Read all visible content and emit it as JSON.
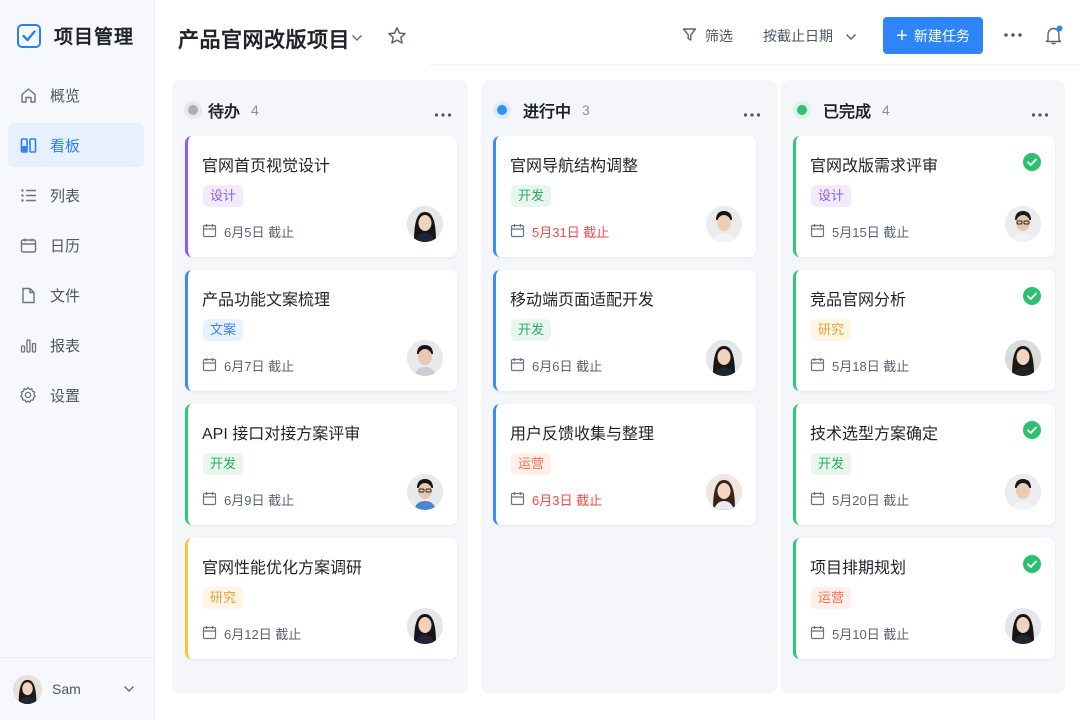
{
  "sidebar": {
    "brand": "项目管理",
    "items": [
      {
        "label": "概览",
        "icon": "home-icon",
        "active": false
      },
      {
        "label": "看板",
        "icon": "board-icon",
        "active": true
      },
      {
        "label": "列表",
        "icon": "list-icon",
        "active": false
      },
      {
        "label": "日历",
        "icon": "calendar-icon",
        "active": false
      },
      {
        "label": "文件",
        "icon": "file-icon",
        "active": false
      },
      {
        "label": "报表",
        "icon": "chart-icon",
        "active": false
      },
      {
        "label": "设置",
        "icon": "gear-icon",
        "active": false
      }
    ],
    "user": {
      "name": "Sam"
    }
  },
  "header": {
    "project_title": "产品官网改版项目",
    "filter_label": "筛选",
    "sort_label": "按截止日期",
    "new_task_label": "新建任务"
  },
  "colors": {
    "accent": "#2e85f8",
    "todo": "#a8adb8",
    "in_progress": "#2e90fa",
    "done": "#2fbf71",
    "overdue": "#f04b4b"
  },
  "columns": [
    {
      "title": "待办",
      "count": "4",
      "cards": [
        {
          "title": "官网首页视觉设计",
          "tag": "设计",
          "due": "6月5日 截止",
          "overdue": false,
          "bar": "#8b5cf6"
        },
        {
          "title": "产品功能文案梳理",
          "tag": "文案",
          "due": "6月7日 截止",
          "overdue": false,
          "bar": "#3b8df5"
        },
        {
          "title": "API 接口对接方案评审",
          "tag": "开发",
          "due": "6月9日 截止",
          "overdue": false,
          "bar": "#34c47c"
        },
        {
          "title": "官网性能优化方案调研",
          "tag": "研究",
          "due": "6月12日 截止",
          "overdue": false,
          "bar": "#f5c542"
        }
      ]
    },
    {
      "title": "进行中",
      "count": "3",
      "cards": [
        {
          "title": "官网导航结构调整",
          "tag": "开发",
          "due": "5月31日 截止",
          "overdue": true,
          "bar": "#3b8df5"
        },
        {
          "title": "移动端页面适配开发",
          "tag": "开发",
          "due": "6月6日 截止",
          "overdue": false,
          "bar": "#3b8df5"
        },
        {
          "title": "用户反馈收集与整理",
          "tag": "运营",
          "due": "6月3日 截止",
          "overdue": true,
          "bar": "#3b8df5"
        }
      ]
    },
    {
      "title": "已完成",
      "count": "4",
      "cards": [
        {
          "title": "官网改版需求评审",
          "tag": "设计",
          "due": "5月15日 截止",
          "overdue": false,
          "bar": "#34c47c",
          "done": true
        },
        {
          "title": "竞品官网分析",
          "tag": "研究",
          "due": "5月18日 截止",
          "overdue": false,
          "bar": "#34c47c",
          "done": true
        },
        {
          "title": "技术选型方案确定",
          "tag": "开发",
          "due": "5月20日 截止",
          "overdue": false,
          "bar": "#34c47c",
          "done": true
        },
        {
          "title": "项目排期规划",
          "tag": "运营",
          "due": "5月10日 截止",
          "overdue": false,
          "bar": "#34c47c",
          "done": true
        }
      ]
    }
  ],
  "tag_styles": {
    "设计": {
      "bg": "#f1ebfd",
      "fg": "#8b5cf6"
    },
    "文案": {
      "bg": "#e8f1fe",
      "fg": "#3b82f6"
    },
    "开发": {
      "bg": "#e7f7ee",
      "fg": "#2fa866"
    },
    "研究": {
      "bg": "#fdf6e4",
      "fg": "#e6a23c"
    },
    "运营": {
      "bg": "#fdefe9",
      "fg": "#f2734a"
    }
  }
}
